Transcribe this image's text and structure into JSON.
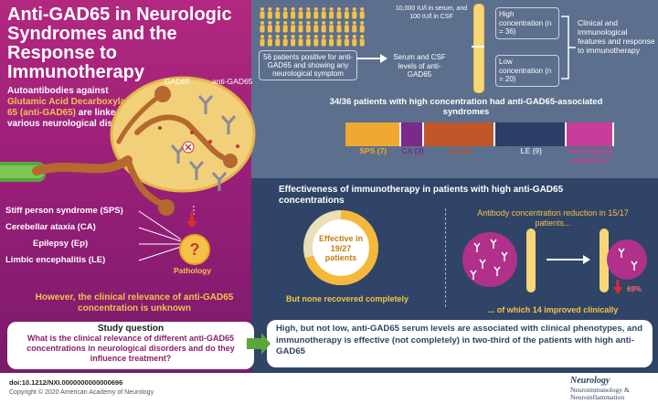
{
  "title": "Anti-GAD65 in Neurologic Syndromes and the Response to Immunotherapy",
  "intro": {
    "prefix": "Autoantibodies against",
    "highlight": "Glutamic Acid Decarboxylase 65 (anti-GAD65)",
    "suffix": "are linked to various neurological disorders"
  },
  "neuron_labels": {
    "gad65": "GAD65",
    "anti_gad65": "anti-GAD65"
  },
  "syndromes": [
    "Stiff person syndrome (SPS)",
    "Cerebellar ataxia (CA)",
    "Epilepsy (Ep)",
    "Limbic encephalitis (LE)"
  ],
  "pathology": {
    "symbol": "?",
    "label": "Pathology"
  },
  "clinical_relevance": "However, the clinical relevance of anti-GAD65 concentration is unknown",
  "study_question": {
    "heading": "Study question",
    "text": "What is the clinical relevance of different anti-GAD65 concentrations in neurological disorders and do they influence treatment?"
  },
  "flow": {
    "patients_text": "56 patients positive for anti-GAD65 and showing any neurological symptom",
    "serum_csf": "Serum and CSF levels of anti-GAD65",
    "threshold": "10,000 IU/l in serum, and 100 IU/l in CSF",
    "high": "High concentration (n = 36)",
    "low": "Low concentration (n = 20)",
    "outcome": "Clinical and immunological features and response to immunotherapy"
  },
  "syndromes_result": {
    "heading": "34/36 patients with high concentration had anti-GAD65-associated syndromes",
    "segments": [
      {
        "label": "SPS (7)",
        "color": "#f0a830",
        "count": 7
      },
      {
        "label": "CA (3)",
        "color": "#7a2a8a",
        "count": 3
      },
      {
        "label": "Ep (9)",
        "color": "#c0562a",
        "count": 9
      },
      {
        "label": "LE (9)",
        "color": "#2c3e66",
        "count": 9
      },
      {
        "label": "Overlapping symptoms",
        "color": "#c83c9a",
        "count": 6
      }
    ]
  },
  "immunotherapy": {
    "heading": "Effectiveness of immunotherapy in patients with high anti-GAD65 concentrations",
    "effective": "Effective in 19/27 patients",
    "effective_fraction": 0.7037,
    "none_recovered": "But none recovered completely",
    "reduction": "Antibody concentration reduction in 15/17 patients...",
    "improved": "... of which 14 improved clinically",
    "percent": "69%"
  },
  "conclusion": "High, but not low, anti-GAD65 serum levels are associated with clinical phenotypes, and immunotherapy is effective (not completely) in two-third of the patients with high anti-GAD65",
  "footer": {
    "doi": "doi:10.1212/NXI.0000000000000696",
    "copyright": "Copyright © 2020 American Academy of Neurology",
    "journal_line1": "Neurology",
    "journal_line2": "Neuroimmunology & Neuroinflammation"
  },
  "colors": {
    "magenta": "#b2287f",
    "slate": "#5c6f8c",
    "navy": "#2f4466",
    "gold": "#f4c24a"
  }
}
